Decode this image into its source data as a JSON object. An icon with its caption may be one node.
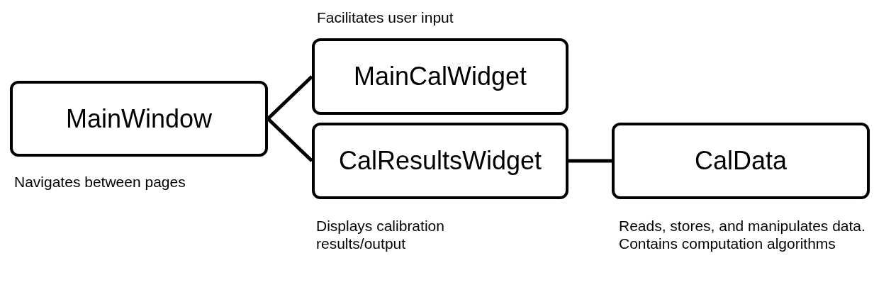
{
  "diagram": {
    "nodes": [
      {
        "text": [
          "MainWindow"
        ],
        "beside": [
          "Navigates between pages"
        ]
      },
      {
        "text": [
          "MainCalWidget"
        ],
        "beside": [
          "Facilitates user input"
        ]
      },
      {
        "text": [
          "CalResultsWidget"
        ],
        "beside": [
          "Displays calibration results/output"
        ]
      },
      {
        "text": [
          "CalData"
        ],
        "beside": [
          "Reads, stores, and manipulates data. Contains computation algorithms"
        ]
      }
    ],
    "edges": [
      {
        "from": 0,
        "to": 1,
        "arrow": "none"
      },
      {
        "from": 0,
        "to": 2,
        "arrow": "none"
      },
      {
        "from": 2,
        "to": 3,
        "arrow": "none"
      }
    ]
  }
}
